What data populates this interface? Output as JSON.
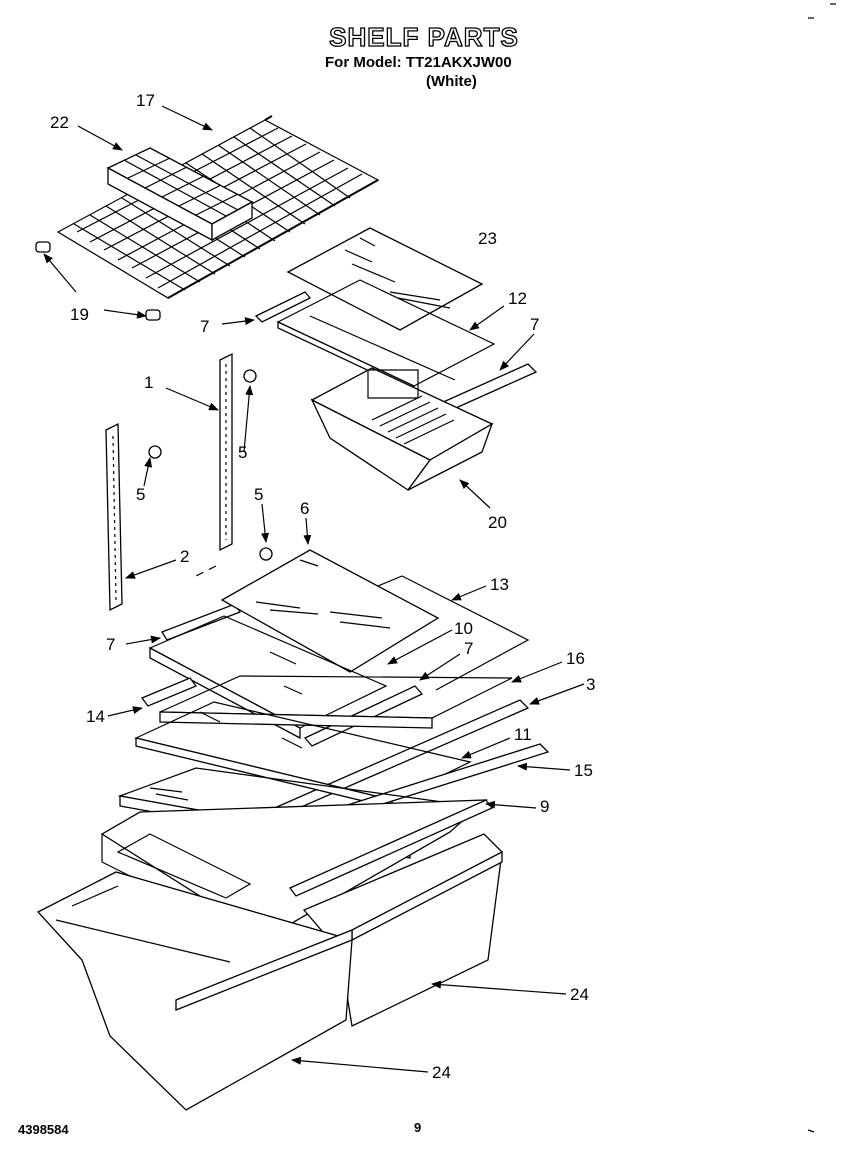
{
  "header": {
    "title": "SHELF PARTS",
    "model_line": "For Model: TT21AKXJW00",
    "color_line": "(White)"
  },
  "footer": {
    "doc_number": "4398584",
    "page_number": "9"
  },
  "callouts": {
    "c1": "1",
    "c2": "2",
    "c3": "3",
    "c5a": "5",
    "c5b": "5",
    "c5c": "5",
    "c6": "6",
    "c7a": "7",
    "c7b": "7",
    "c7c": "7",
    "c7d": "7",
    "c9": "9",
    "c10": "10",
    "c11": "11",
    "c12": "12",
    "c13": "13",
    "c14": "14",
    "c15": "15",
    "c16": "16",
    "c17": "17",
    "c19": "19",
    "c20": "20",
    "c22": "22",
    "c23": "23",
    "c24a": "24",
    "c24b": "24"
  }
}
